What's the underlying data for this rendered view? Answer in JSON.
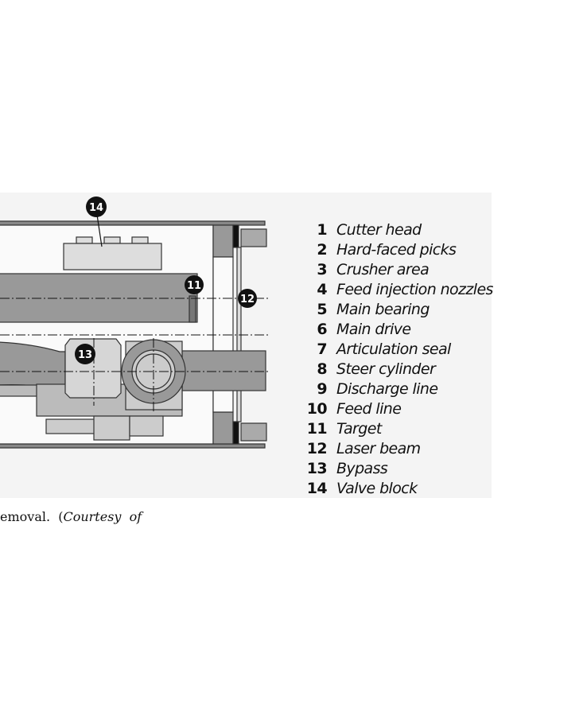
{
  "figure": {
    "callouts": [
      "14",
      "11",
      "12",
      "13"
    ],
    "legend": [
      {
        "num": "1",
        "label": "Cutter head"
      },
      {
        "num": "2",
        "label": "Hard-faced picks"
      },
      {
        "num": "3",
        "label": "Crusher area"
      },
      {
        "num": "4",
        "label": "Feed injection nozzles"
      },
      {
        "num": "5",
        "label": "Main bearing"
      },
      {
        "num": "6",
        "label": "Main drive"
      },
      {
        "num": "7",
        "label": "Articulation seal"
      },
      {
        "num": "8",
        "label": "Steer cylinder"
      },
      {
        "num": "9",
        "label": "Discharge line"
      },
      {
        "num": "10",
        "label": "Feed line"
      },
      {
        "num": "11",
        "label": "Target"
      },
      {
        "num": "12",
        "label": "Laser beam"
      },
      {
        "num": "13",
        "label": "Bypass"
      },
      {
        "num": "14",
        "label": "Valve block"
      }
    ]
  },
  "caption": {
    "plain": "emoval.  (",
    "italic": "Courtesy  of"
  }
}
